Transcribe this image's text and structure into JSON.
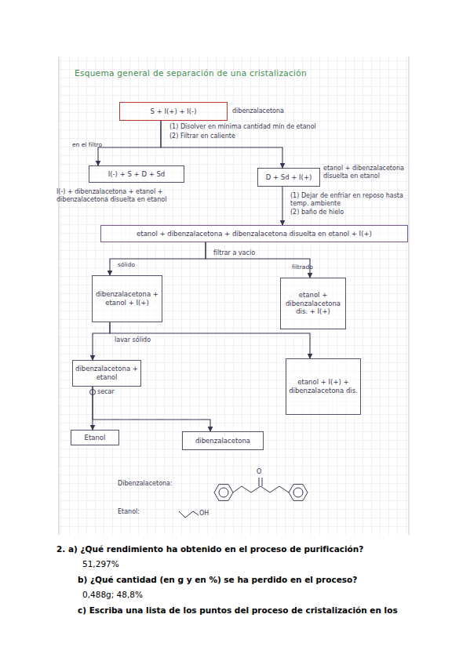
{
  "diagram": {
    "title": "Esquema general de separación de una cristalización",
    "nodes": [
      {
        "text": [
          "S + I(+) + I(-)"
        ]
      },
      {
        "text": [
          "I(-) + S + D + Sd"
        ]
      },
      {
        "text": [
          "D + Sd + I(+)"
        ]
      },
      {
        "text": [
          "etanol + dibenzalacetona + dibenzalacetona disuelta en etanol + I(+)"
        ]
      },
      {
        "text": [
          "dibenzalacetona + etanol + I(+)"
        ]
      },
      {
        "text": [
          "etanol + dibenzalacetona dis. + I(+)"
        ]
      },
      {
        "text": [
          "dibenzalacetona + etanol"
        ]
      },
      {
        "text": [
          "etanol + I(+) + dibenzalacetona dis."
        ]
      },
      {
        "text": [
          "Etanol"
        ]
      },
      {
        "text": [
          "dibenzalacetona"
        ]
      }
    ],
    "edges": [
      {
        "from": 0,
        "to": 1,
        "arrow": "to",
        "label": "en el filtro"
      },
      {
        "from": 0,
        "to": 2,
        "arrow": "to"
      },
      {
        "from": 2,
        "to": 3,
        "arrow": "to"
      },
      {
        "from": 3,
        "to": 4,
        "arrow": "to",
        "label": "sólido"
      },
      {
        "from": 3,
        "to": 5,
        "arrow": "to",
        "label": "filtrado"
      },
      {
        "from": 4,
        "to": 6,
        "arrow": "to"
      },
      {
        "from": 4,
        "to": 7,
        "arrow": "to"
      },
      {
        "from": 6,
        "to": 8,
        "arrow": "to"
      },
      {
        "from": 6,
        "to": 9,
        "arrow": "to"
      }
    ],
    "labels": [
      "dibenzalacetona",
      "(1) Disolver en mínima cantidad mín de etanol",
      "(2) Filtrar en caliente",
      "I(-) + dibenzalacetona + etanol + dibenzalacetona disuelta en etanol",
      "etanol + dibenzalacetona disuelta en etanol",
      "(1) Dejar de enfriar en reposo hasta temp. ambiente",
      "(2) baño de hielo",
      "filtrar a vacío",
      "lavar sólido",
      "secar",
      "Dibenzalacetona:",
      "Etanol:",
      "OH",
      "O",
      "2. a) ¿Qué rendimiento ha obtenido en el proceso de purificación?",
      "51,297%",
      "b) ¿Qué cantidad (en g y en %) se ha perdido en el proceso?",
      "0,488g; 48,8%",
      "c) Escriba una lista de los puntos del proceso de cristalización en los"
    ]
  }
}
